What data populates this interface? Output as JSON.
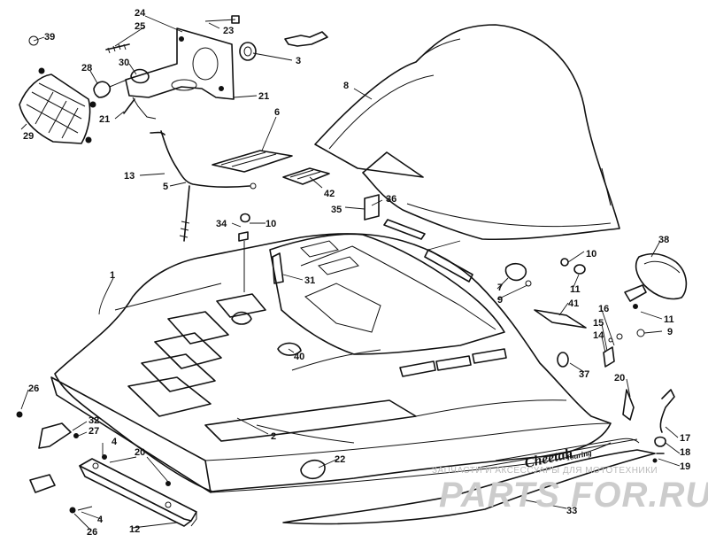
{
  "callouts": {
    "c1": "1",
    "c2": "2",
    "c3": "3",
    "c4a": "4",
    "c4b": "4",
    "c5": "5",
    "c6": "6",
    "c7": "7",
    "c8": "8",
    "c9a": "9",
    "c9b": "9",
    "c10a": "10",
    "c10b": "10",
    "c11a": "11",
    "c11b": "11",
    "c12": "12",
    "c13": "13",
    "c14": "14",
    "c15": "15",
    "c16": "16",
    "c17": "17",
    "c18": "18",
    "c19": "19",
    "c20a": "20",
    "c20b": "20",
    "c21a": "21",
    "c21b": "21",
    "c22": "22",
    "c23": "23",
    "c24": "24",
    "c25": "25",
    "c26a": "26",
    "c26b": "26",
    "c27": "27",
    "c28": "28",
    "c29": "29",
    "c30": "30",
    "c31": "31",
    "c32": "32",
    "c33": "33",
    "c34": "34",
    "c35": "35",
    "c36": "36",
    "c37": "37",
    "c38": "38",
    "c39": "39",
    "c40": "40",
    "c41": "41",
    "c42": "42"
  },
  "decal": {
    "brand": "Cheetah",
    "model": "Touring"
  },
  "watermark": {
    "caption": "ЗАПЧАСТИ И АКСЕССУАРЫ ДЛЯ МОТОТЕХНИКИ",
    "logo": "PARTS FOR.RU"
  }
}
